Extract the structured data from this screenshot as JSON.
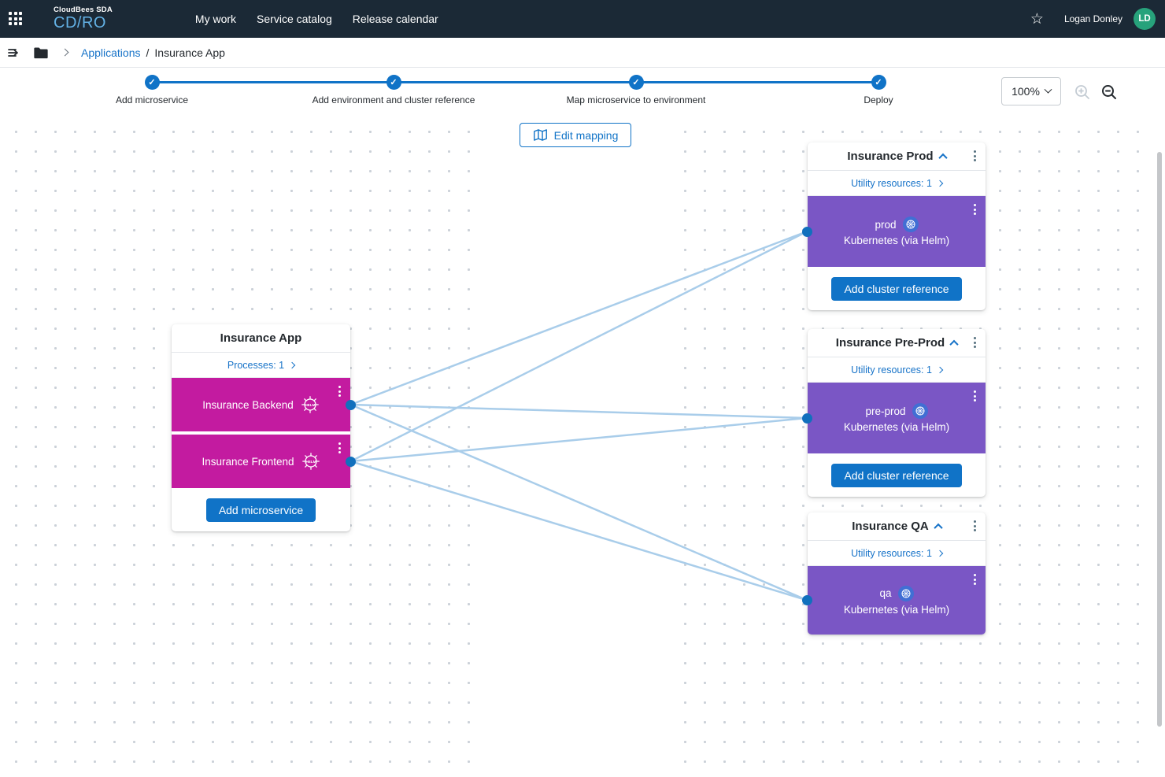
{
  "colors": {
    "header_bg": "#1b2936",
    "accent_blue": "#1073c7",
    "link_blue": "#1773c8",
    "microservice_magenta": "#c31ba0",
    "environment_purple": "#7a56c5",
    "connection_line": "#a9cdea",
    "connection_dot": "#1170bd",
    "avatar_green": "#27a27b",
    "kubernetes_badge_blue": "#416fd4"
  },
  "icons": {
    "check": "✓",
    "star": "☆"
  },
  "header": {
    "product_suite": "CloudBees SDA",
    "product": "CD/RO",
    "nav": [
      {
        "label": "My work"
      },
      {
        "label": "Service catalog"
      },
      {
        "label": "Release calendar"
      }
    ],
    "user_name": "Logan Donley",
    "user_initials": "LD"
  },
  "breadcrumb": {
    "link": "Applications",
    "separator": "/",
    "current": "Insurance App"
  },
  "stepper": {
    "steps": [
      {
        "label": "Add microservice",
        "completed": true
      },
      {
        "label": "Add environment and cluster reference",
        "completed": true
      },
      {
        "label": "Map microservice to environment",
        "completed": true
      },
      {
        "label": "Deploy",
        "completed": true
      }
    ]
  },
  "toolbar": {
    "zoom_level": "100%",
    "edit_mapping_label": "Edit mapping"
  },
  "app_card": {
    "title": "Insurance App",
    "processes_link": "Processes: 1",
    "microservices": [
      {
        "name": "Insurance Backend",
        "icon": "helm-icon"
      },
      {
        "name": "Insurance Frontend",
        "icon": "helm-icon"
      }
    ],
    "add_button_label": "Add microservice"
  },
  "environments": [
    {
      "title": "Insurance Prod",
      "utility_link": "Utility resources: 1",
      "cluster": {
        "name": "prod",
        "type": "Kubernetes (via Helm)",
        "icon": "kubernetes-icon"
      },
      "add_button_label": "Add cluster reference"
    },
    {
      "title": "Insurance Pre-Prod",
      "utility_link": "Utility resources: 1",
      "cluster": {
        "name": "pre-prod",
        "type": "Kubernetes (via Helm)",
        "icon": "kubernetes-icon"
      },
      "add_button_label": "Add cluster reference"
    },
    {
      "title": "Insurance QA",
      "utility_link": "Utility resources: 1",
      "cluster": {
        "name": "qa",
        "type": "Kubernetes (via Helm)",
        "icon": "kubernetes-icon"
      }
    }
  ],
  "mappings": [
    {
      "microservice": "Insurance Backend",
      "environment": "Insurance Prod",
      "microservice_index": 0,
      "environment_index": 0
    },
    {
      "microservice": "Insurance Backend",
      "environment": "Insurance Pre-Prod",
      "microservice_index": 0,
      "environment_index": 1
    },
    {
      "microservice": "Insurance Backend",
      "environment": "Insurance QA",
      "microservice_index": 0,
      "environment_index": 2
    },
    {
      "microservice": "Insurance Frontend",
      "environment": "Insurance Prod",
      "microservice_index": 1,
      "environment_index": 0
    },
    {
      "microservice": "Insurance Frontend",
      "environment": "Insurance Pre-Prod",
      "microservice_index": 1,
      "environment_index": 1
    },
    {
      "microservice": "Insurance Frontend",
      "environment": "Insurance QA",
      "microservice_index": 1,
      "environment_index": 2
    }
  ]
}
